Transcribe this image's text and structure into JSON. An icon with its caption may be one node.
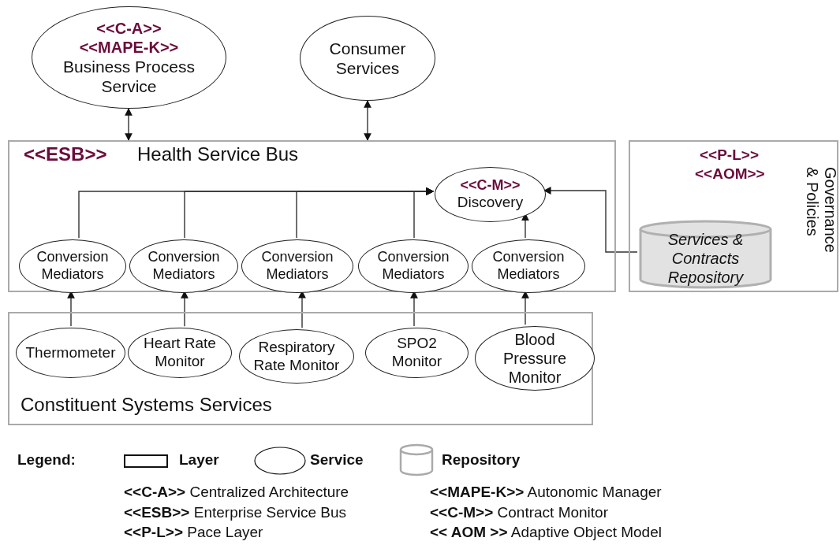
{
  "diagram": {
    "nodes": [
      {
        "text": [
          "<<C-A>>",
          "<<MAPE-K>>",
          "Business Process Service"
        ]
      },
      {
        "text": [
          "Consumer Services"
        ]
      },
      {
        "text": [
          "<<ESB>>",
          "Health Service Bus"
        ]
      },
      {
        "text": [
          "<<C-M>>",
          "Discovery"
        ],
        "in": 2
      },
      {
        "text": [
          "Conversion Mediators"
        ],
        "in": 2
      },
      {
        "text": [
          "Conversion Mediators"
        ],
        "in": 2
      },
      {
        "text": [
          "Conversion Mediators"
        ],
        "in": 2
      },
      {
        "text": [
          "Conversion Mediators"
        ],
        "in": 2
      },
      {
        "text": [
          "Conversion Mediators"
        ],
        "in": 2
      },
      {
        "text": [
          "<<P-L>>",
          "<<AOM>>",
          "Governance & Policies"
        ]
      },
      {
        "text": [
          "Services & Contracts Repository"
        ],
        "in": 9
      },
      {
        "text": [
          "Constituent Systems Services"
        ]
      },
      {
        "text": [
          "Thermometer"
        ],
        "in": 11
      },
      {
        "text": [
          "Heart Rate Monitor"
        ],
        "in": 11
      },
      {
        "text": [
          "Respiratory Rate Monitor"
        ],
        "in": 11
      },
      {
        "text": [
          "SPO2 Monitor"
        ],
        "in": 11
      },
      {
        "text": [
          "Blood Pressure Monitor"
        ],
        "in": 11
      }
    ],
    "edges": [
      {
        "from": 0,
        "to": 2,
        "arrow": "both"
      },
      {
        "from": 1,
        "to": 2,
        "arrow": "both"
      },
      {
        "from": 4,
        "to": 3,
        "arrow": "to"
      },
      {
        "from": 5,
        "to": 3,
        "arrow": "to"
      },
      {
        "from": 6,
        "to": 3,
        "arrow": "to"
      },
      {
        "from": 7,
        "to": 3,
        "arrow": "to"
      },
      {
        "from": 8,
        "to": 3,
        "arrow": "to"
      },
      {
        "from": 10,
        "to": 3,
        "arrow": "to"
      },
      {
        "from": 12,
        "to": 4,
        "arrow": "to"
      },
      {
        "from": 13,
        "to": 5,
        "arrow": "to"
      },
      {
        "from": 14,
        "to": 6,
        "arrow": "to"
      },
      {
        "from": 15,
        "to": 7,
        "arrow": "to"
      },
      {
        "from": 16,
        "to": 8,
        "arrow": "to"
      }
    ],
    "labels": [
      "Legend:",
      "**<<C-A>>** Centralized Architecture",
      "**<<MAPE-K>>** Autonomic Manager",
      "**<<ESB>>** Enterprise Service Bus",
      "**<<C-M>>** Contract Monitor",
      "**<<P-L>>** Pace Layer",
      "**<< AOM >>** Adaptive Object Model"
    ],
    "legend": [
      {
        "text": "Layer"
      },
      {
        "text": "Service"
      },
      {
        "text": "Repository"
      }
    ]
  }
}
